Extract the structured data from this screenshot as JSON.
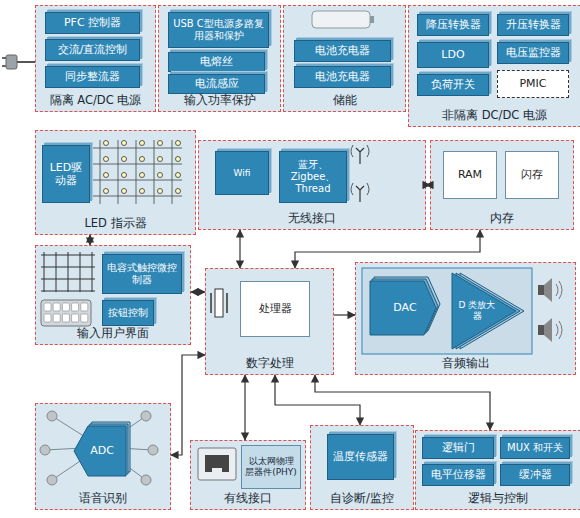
{
  "diagram": {
    "nodes": [
      {
        "text": [
          "隔离 AC/DC 电源"
        ]
      },
      {
        "text": [
          "PFC 控制器"
        ],
        "in": 0
      },
      {
        "text": [
          "交流/直流控制"
        ],
        "in": 0
      },
      {
        "text": [
          "同步整流器"
        ],
        "in": 0
      },
      {
        "text": [
          "输入功率保护"
        ]
      },
      {
        "text": [
          "USB C型电源多路复用器和保护"
        ],
        "in": 4
      },
      {
        "text": [
          "电熔丝"
        ],
        "in": 4
      },
      {
        "text": [
          "电流感应"
        ],
        "in": 4
      },
      {
        "text": [
          "储能"
        ]
      },
      {
        "text": [
          "电池充电器"
        ],
        "in": 8
      },
      {
        "text": [
          "电池充电器"
        ],
        "in": 8
      },
      {
        "text": [
          "非隔离 DC/DC 电源"
        ]
      },
      {
        "text": [
          "降压转换器"
        ],
        "in": 11
      },
      {
        "text": [
          "升压转换器"
        ],
        "in": 11
      },
      {
        "text": [
          "LDO"
        ],
        "in": 11
      },
      {
        "text": [
          "电压监控器"
        ],
        "in": 11
      },
      {
        "text": [
          "负荷开关"
        ],
        "in": 11
      },
      {
        "text": [
          "PMIC"
        ],
        "in": 11
      },
      {
        "text": [
          "LED 指示器"
        ]
      },
      {
        "text": [
          "LED驱动器"
        ],
        "in": 18
      },
      {
        "text": [
          "无线接口"
        ]
      },
      {
        "text": [
          "Wifi"
        ],
        "in": 20
      },
      {
        "text": [
          "蓝牙、Zigbee、Thread"
        ],
        "in": 20
      },
      {
        "text": [
          "内存"
        ]
      },
      {
        "text": [
          "RAM"
        ],
        "in": 23
      },
      {
        "text": [
          "闪存"
        ],
        "in": 23
      },
      {
        "text": [
          "输入用户界面"
        ]
      },
      {
        "text": [
          "电容式触控微控制器"
        ],
        "in": 26
      },
      {
        "text": [
          "按钮控制"
        ],
        "in": 26
      },
      {
        "text": [
          "数字处理"
        ]
      },
      {
        "text": [
          "处理器"
        ],
        "in": 29
      },
      {
        "text": [
          "音频输出"
        ]
      },
      {
        "text": [
          "DAC"
        ],
        "in": 31
      },
      {
        "text": [
          "D 类放大器"
        ],
        "in": 31
      },
      {
        "text": [
          "语音识别"
        ]
      },
      {
        "text": [
          "ADC"
        ],
        "in": 34
      },
      {
        "text": [
          "有线接口"
        ]
      },
      {
        "text": [
          "以太网物理层器件(PHY)"
        ],
        "in": 36
      },
      {
        "text": [
          "自诊断/监控"
        ]
      },
      {
        "text": [
          "温度传感器"
        ],
        "in": 38
      },
      {
        "text": [
          "逻辑与控制"
        ]
      },
      {
        "text": [
          "逻辑门"
        ],
        "in": 40
      },
      {
        "text": [
          "MUX 和开关"
        ],
        "in": 40
      },
      {
        "text": [
          "电平位移器"
        ],
        "in": 40
      },
      {
        "text": [
          "缓冲器"
        ],
        "in": 40
      }
    ],
    "edges": [
      {
        "from": 18,
        "to": 26,
        "arrow": "both"
      },
      {
        "from": 20,
        "to": 29,
        "arrow": "both"
      },
      {
        "from": 20,
        "to": 23,
        "arrow": "both"
      },
      {
        "from": 23,
        "to": 29,
        "arrow": "both"
      },
      {
        "from": 26,
        "to": 29,
        "arrow": "both"
      },
      {
        "from": 29,
        "to": 31,
        "arrow": "to"
      },
      {
        "from": 34,
        "to": 29,
        "arrow": "both"
      },
      {
        "from": 36,
        "to": 29,
        "arrow": "both"
      },
      {
        "from": 29,
        "to": 38,
        "arrow": "both"
      },
      {
        "from": 29,
        "to": 40,
        "arrow": "both"
      }
    ]
  }
}
